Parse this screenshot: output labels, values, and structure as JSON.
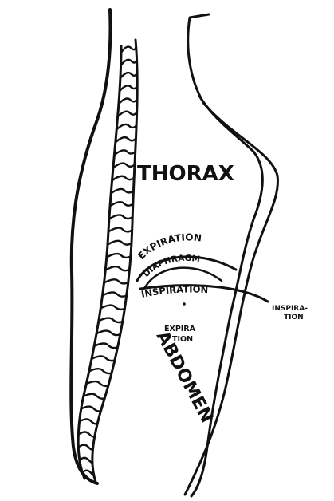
{
  "labels": {
    "thorax": "THORAX",
    "expiration_upper": "EXPIRATION",
    "diaphragm": "DIAPHRAGM",
    "inspiration_inner": "INSPIRATION",
    "inspiration_outer_1": "INSPIRA-",
    "inspiration_outer_2": "TION",
    "expiration_lower_1": "EXPIRA",
    "expiration_lower_2": "TION",
    "abdomen": "ABDOMEN"
  },
  "colors": {
    "ink": "#111111",
    "paper": "#ffffff"
  }
}
